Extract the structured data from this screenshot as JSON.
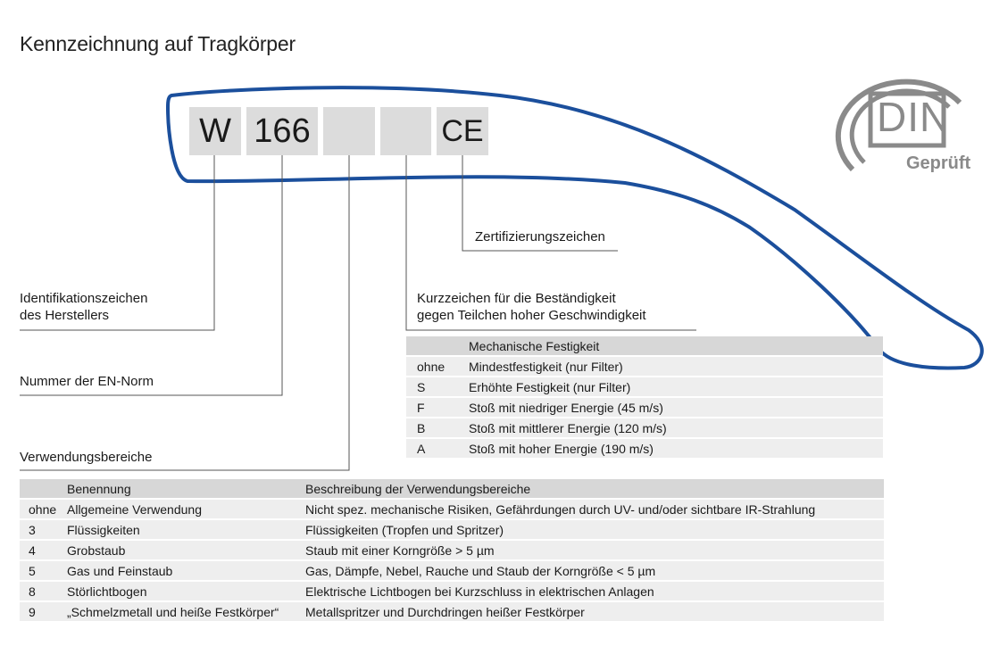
{
  "title": "Kennzeichnung auf Tragkörper",
  "marking": {
    "manufacturer": "W",
    "norm_number": "166",
    "usage_field": "",
    "resistance_field": "",
    "certification": "CE"
  },
  "callouts": {
    "manufacturer_line1": "Identifikationszeichen",
    "manufacturer_line2": "des Herstellers",
    "norm": "Nummer der EN-Norm",
    "usage": "Verwendungsbereiche",
    "resistance_line1": "Kurzzeichen für die Beständigkeit",
    "resistance_line2": "gegen Teilchen hoher Geschwindigkeit",
    "certification": "Zertifizierungszeichen"
  },
  "din_logo": {
    "text": "DIN",
    "subtext": "Geprüft"
  },
  "strength_table": {
    "header": [
      "",
      "Mechanische Festigkeit"
    ],
    "rows": [
      [
        "ohne",
        "Mindestfestigkeit (nur Filter)"
      ],
      [
        "S",
        "Erhöhte Festigkeit (nur Filter)"
      ],
      [
        "F",
        "Stoß mit niedriger Energie (45 m/s)"
      ],
      [
        "B",
        "Stoß mit mittlerer Energie (120 m/s)"
      ],
      [
        "A",
        "Stoß mit hoher Energie (190 m/s)"
      ]
    ]
  },
  "usage_table": {
    "header": [
      "",
      "Benennung",
      "Beschreibung der Verwendungsbereiche"
    ],
    "rows": [
      [
        "ohne",
        "Allgemeine Verwendung",
        "Nicht spez. mechanische Risiken, Gefährdungen durch UV- und/oder sichtbare IR-Strahlung"
      ],
      [
        "3",
        "Flüssigkeiten",
        "Flüssigkeiten (Tropfen und Spritzer)"
      ],
      [
        "4",
        "Grobstaub",
        "Staub mit einer Korngröße > 5 µm"
      ],
      [
        "5",
        "Gas und Feinstaub",
        "Gas, Dämpfe, Nebel, Rauche und Staub der Korngröße < 5 µm"
      ],
      [
        "8",
        "Störlichtbogen",
        "Elektrische Lichtbogen bei Kurzschluss in elektrischen Anlagen"
      ],
      [
        "9",
        "„Schmelzmetall und heiße Festkörper“",
        "Metallspritzer und Durchdringen heißer Festkörper"
      ]
    ]
  },
  "colors": {
    "frame": "#1b4f9c",
    "box": "#dcdcdc",
    "table_header": "#d7d7d7",
    "table_row": "#eeeeee",
    "logo": "#8a8a8a"
  }
}
